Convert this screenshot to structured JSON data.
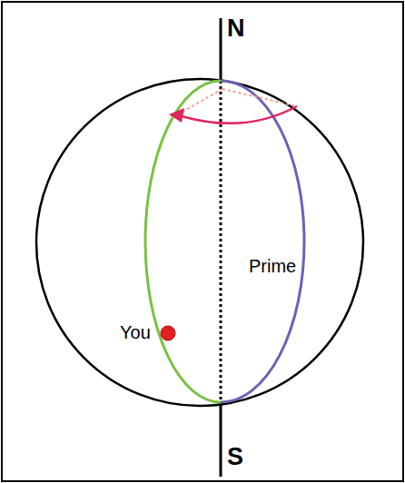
{
  "diagram": {
    "labels": [
      "N",
      "S",
      "Prime",
      "You"
    ]
  }
}
